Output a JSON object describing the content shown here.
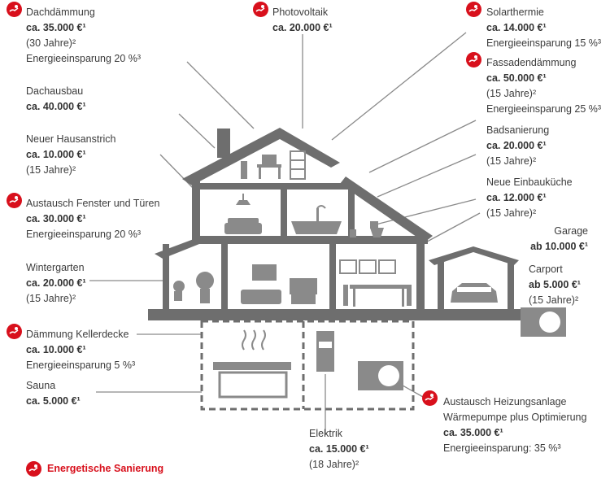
{
  "colors": {
    "accent": "#d8101c",
    "house": "#6e6e6e",
    "line": "#8a8a8a",
    "text": "#3c3c3c"
  },
  "items": {
    "dachdaemmung": {
      "title": "Dachdämmung",
      "cost": "ca. 35.000 €¹",
      "extra1": "(30 Jahre)²",
      "extra2": "Energieeinsparung 20 %³"
    },
    "dachausbau": {
      "title": "Dachausbau",
      "cost": "ca. 40.000 €¹"
    },
    "hausanstrich": {
      "title": "Neuer Hausanstrich",
      "cost": "ca. 10.000 €¹",
      "extra1": "(15 Jahre)²"
    },
    "fenster": {
      "title": "Austausch Fenster und Türen",
      "cost": "ca. 30.000 €¹",
      "extra1": "Energieeinsparung 20 %³"
    },
    "wintergarten": {
      "title": "Wintergarten",
      "cost": "ca. 20.000 €¹",
      "extra1": "(15 Jahre)²"
    },
    "kellerdecke": {
      "title": "Dämmung Kellerdecke",
      "cost": "ca. 10.000 €¹",
      "extra1": "Energieeinsparung 5 %³"
    },
    "sauna": {
      "title": "Sauna",
      "cost": "ca. 5.000 €¹"
    },
    "photovoltaik": {
      "title": "Photovoltaik",
      "cost": "ca. 20.000 €¹"
    },
    "solarthermie": {
      "title": "Solarthermie",
      "cost": "ca. 14.000 €¹",
      "extra1": "Energieeinsparung 15 %³"
    },
    "fassade": {
      "title": "Fassadendämmung",
      "cost": "ca. 50.000 €¹",
      "extra1": "(15 Jahre)²",
      "extra2": "Energieeinsparung 25 %³"
    },
    "bad": {
      "title": "Badsanierung",
      "cost": "ca. 20.000 €¹",
      "extra1": "(15 Jahre)²"
    },
    "kueche": {
      "title": "Neue Einbauküche",
      "cost": "ca. 12.000 €¹",
      "extra1": "(15 Jahre)²"
    },
    "garage": {
      "title": "Garage",
      "cost": "ab 10.000 €¹"
    },
    "carport": {
      "title": "Carport",
      "cost": "ab 5.000 €¹",
      "extra1": "(15 Jahre)²"
    },
    "elektrik": {
      "title": "Elektrik",
      "cost": "ca. 15.000 €¹",
      "extra1": "(18 Jahre)²"
    },
    "heizung": {
      "title": "Austausch Heizungsanlage",
      "title2": "Wärmepumpe plus Optimierung",
      "cost": "ca. 35.000 €¹",
      "extra1": "Energieeinsparung: 35 %³"
    }
  },
  "legend": {
    "label": "Energetische Sanierung",
    "icon": "hand-money-icon"
  }
}
